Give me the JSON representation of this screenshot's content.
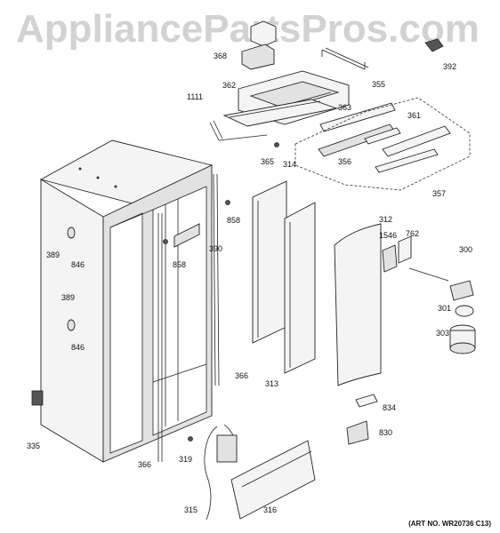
{
  "watermark": "AppliancePartsPros.com",
  "art_number": "(ART NO. WR20736 C13)",
  "callouts": {
    "c368": "368",
    "c1111": "1111",
    "c362": "362",
    "c355": "355",
    "c392": "392",
    "c363": "363",
    "c361": "361",
    "c365": "365",
    "c314": "314",
    "c356": "356",
    "c357": "357",
    "c858a": "858",
    "c858b": "858",
    "c390": "390",
    "c312": "312",
    "c1546": "1546",
    "c762": "762",
    "c300": "300",
    "c389a": "389",
    "c846a": "846",
    "c389b": "389",
    "c846b": "846",
    "c301": "301",
    "c303": "303",
    "c366a": "366",
    "c313": "313",
    "c834": "834",
    "c830": "830",
    "c335": "335",
    "c366b": "366",
    "c319": "319",
    "c315": "315",
    "c316": "316"
  }
}
